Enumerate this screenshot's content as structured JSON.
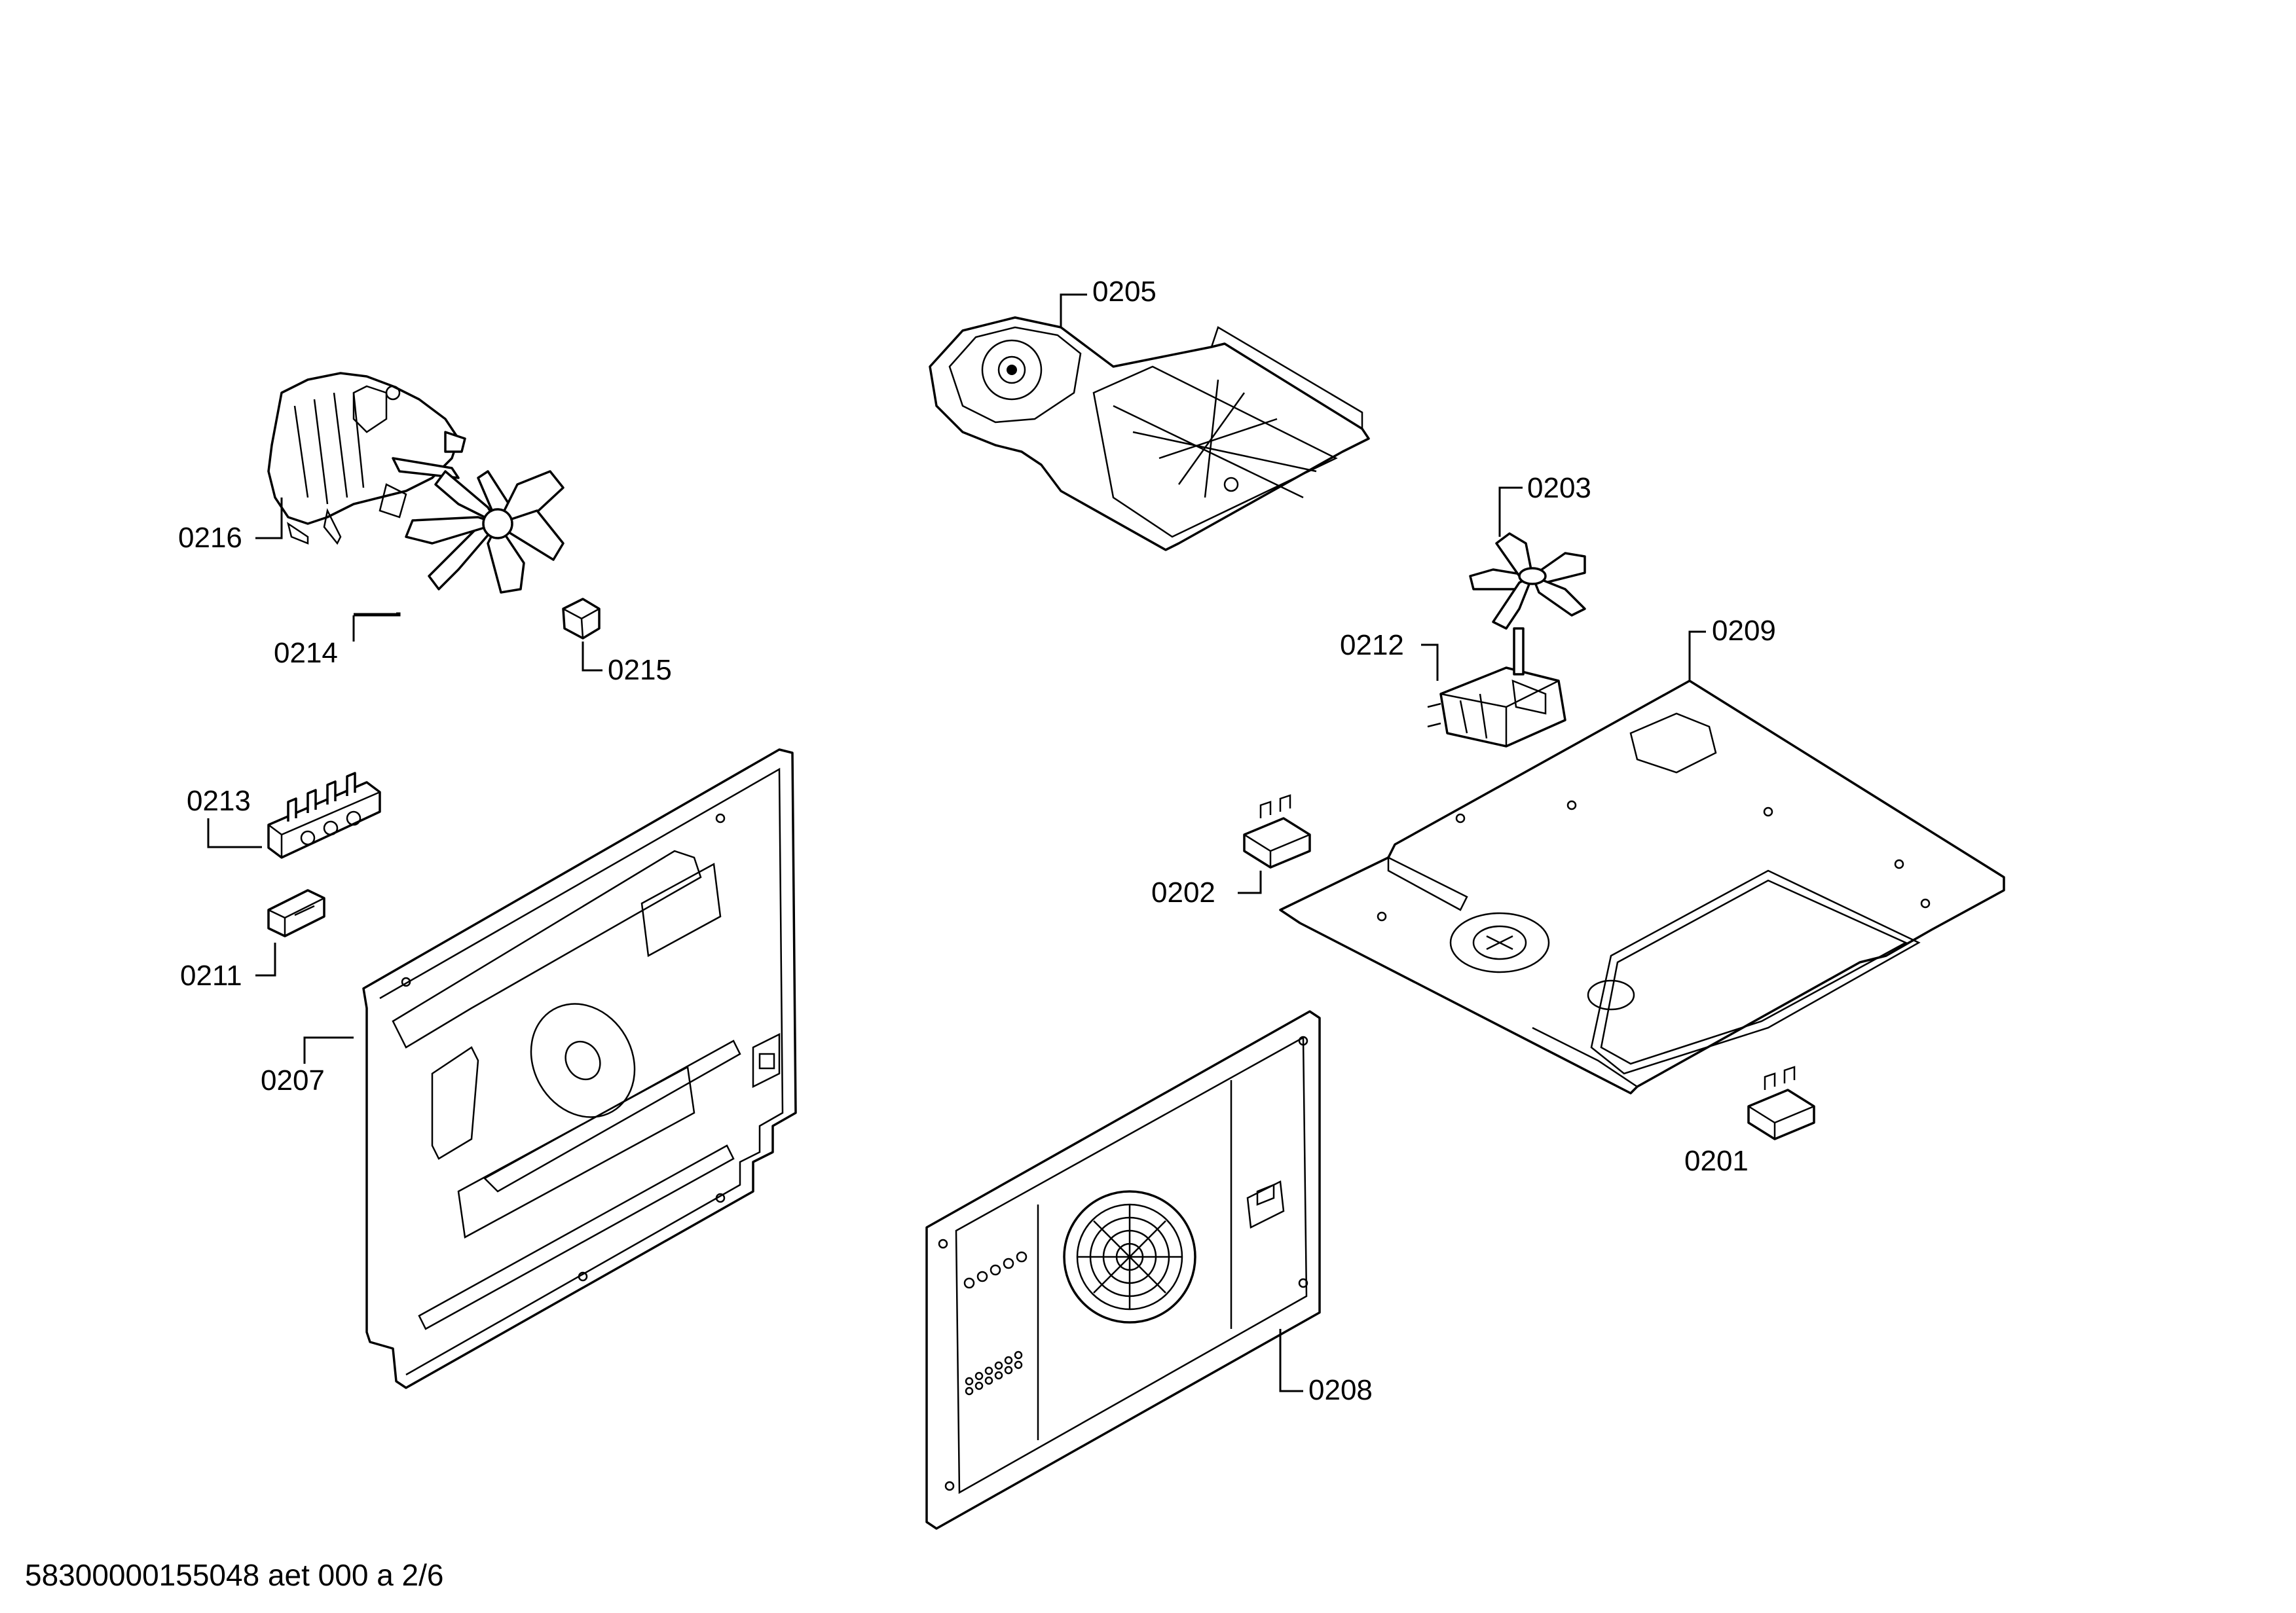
{
  "labels": {
    "p0201": "0201",
    "p0202": "0202",
    "p0203": "0203",
    "p0205": "0205",
    "p0207": "0207",
    "p0208": "0208",
    "p0209": "0209",
    "p0211": "0211",
    "p0212": "0212",
    "p0213": "0213",
    "p0214": "0214",
    "p0215": "0215",
    "p0216": "0216"
  },
  "footer": {
    "doc_id": "58300000155048 aet 000 a 2/6"
  }
}
